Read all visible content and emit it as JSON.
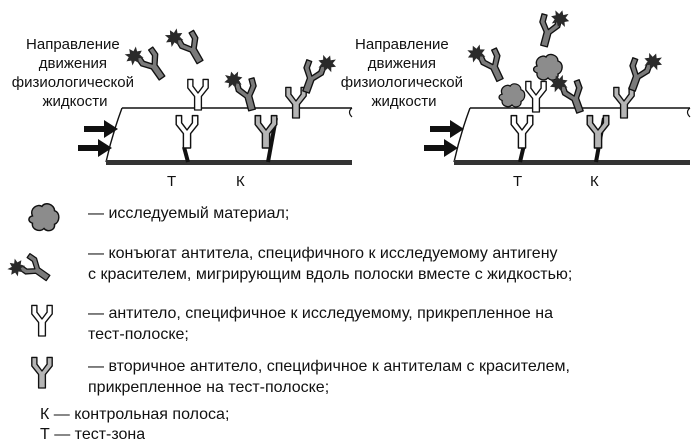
{
  "flow_label": "Направление\nдвижения\nфизиологической\nжидкости",
  "strip_labels": {
    "test": "Т",
    "control": "К"
  },
  "legend": [
    {
      "icon": "sample-material-icon",
      "text": "— исследуемый материал;"
    },
    {
      "icon": "conjugate-antibody-dye-icon",
      "text": "— конъюгат антитела, специфичного к исследуемому антигену\nс красителем, мигрирующим вдоль полоски вместе с жидкостью;"
    },
    {
      "icon": "specific-antibody-icon",
      "text": "— антитело, специфичное к исследуемому, прикрепленное на\nтест-полоске;"
    },
    {
      "icon": "secondary-antibody-icon",
      "text": "— вторичное антитело, специфичное к антителам с красителем,\nприкрепленное на тест-полоске;"
    }
  ],
  "notes": {
    "control": "К — контрольная полоса;",
    "test": "Т — тест-зона"
  },
  "colors": {
    "sample": "#8c8c8c",
    "dye": "#2a2a2a",
    "antibody_light": "#ffffff",
    "antibody_gray": "#b5b5b5",
    "outline": "#111111"
  }
}
